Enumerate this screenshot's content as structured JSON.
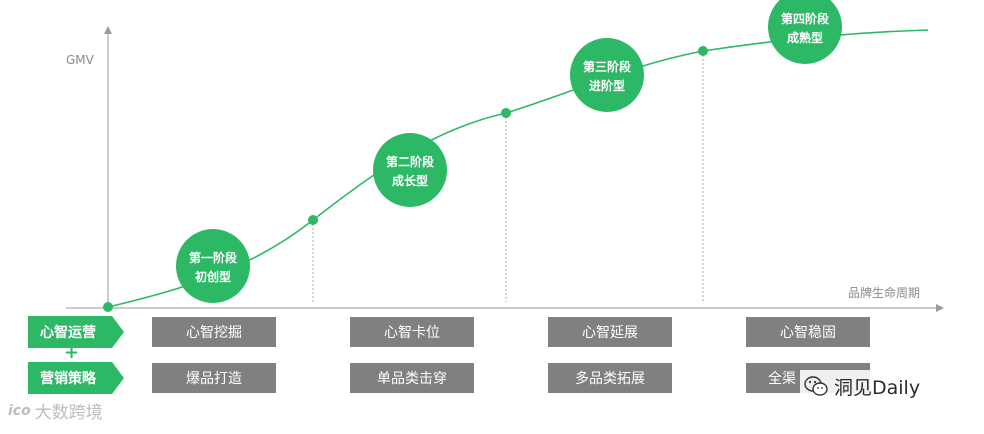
{
  "axis": {
    "y_label": "GMV",
    "x_label": "品牌生命周期"
  },
  "stages": [
    {
      "line1": "第一阶段",
      "line2": "初创型"
    },
    {
      "line1": "第二阶段",
      "line2": "成长型"
    },
    {
      "line1": "第三阶段",
      "line2": "进阶型"
    },
    {
      "line1": "第四阶段",
      "line2": "成熟型"
    }
  ],
  "rows": {
    "mind": {
      "label": "心智运营",
      "items": [
        "心智挖掘",
        "心智卡位",
        "心智延展",
        "心智稳固"
      ]
    },
    "plus": "+",
    "marketing": {
      "label": "营销策略",
      "items": [
        "爆品打造",
        "单品类击穿",
        "多品类拓展",
        "全渠"
      ]
    }
  },
  "watermarks": {
    "left": "大数跨境",
    "left_logo": "ico",
    "right": "洞见Daily",
    "right_icon": "wechat-icon"
  },
  "colors": {
    "accent": "#2db866",
    "box": "#808080",
    "axis": "#9a9a9a"
  }
}
